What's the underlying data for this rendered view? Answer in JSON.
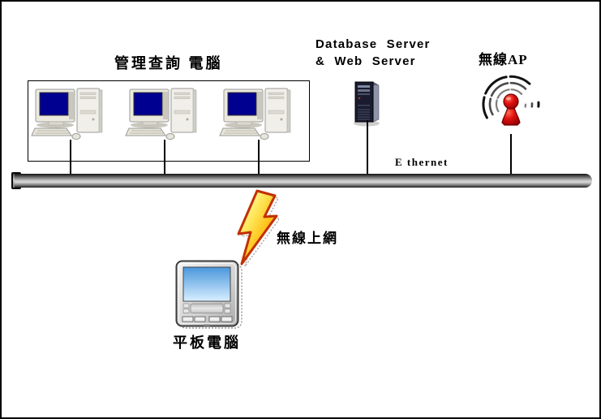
{
  "diagram": {
    "type": "network-topology",
    "nodes": {
      "management_computers": {
        "label": "管理查詢 電腦",
        "count": 3,
        "icon": "desktop-computer-icon"
      },
      "database_server": {
        "label_line1": "Database Server",
        "label_line2": "& Web Server",
        "icon": "server-tower-icon"
      },
      "wireless_ap": {
        "label": "無線AP",
        "icon": "antenna-icon"
      },
      "tablet": {
        "label": "平板電腦",
        "icon": "tablet-icon"
      }
    },
    "bus": {
      "label": "E thernet",
      "style": "gray-3d-pipe"
    },
    "wireless_link": {
      "label": "無線上網",
      "icon": "lightning-bolt-icon"
    }
  },
  "colors": {
    "background": "#ffffff",
    "border": "#000000",
    "connector_line": "#000000",
    "monitor_screen": "#000090",
    "computer_case": "#eeece2",
    "server_body": "#1b1b30",
    "antenna_red": "#e01010",
    "bolt_yellow": "#ffe95e",
    "bolt_orange": "#ff7a00",
    "bolt_outline": "#c23000",
    "tablet_screen_top": "#4a97dd",
    "tablet_screen_bottom": "#d9efff",
    "pipe_gray": "#c2c2c2"
  }
}
